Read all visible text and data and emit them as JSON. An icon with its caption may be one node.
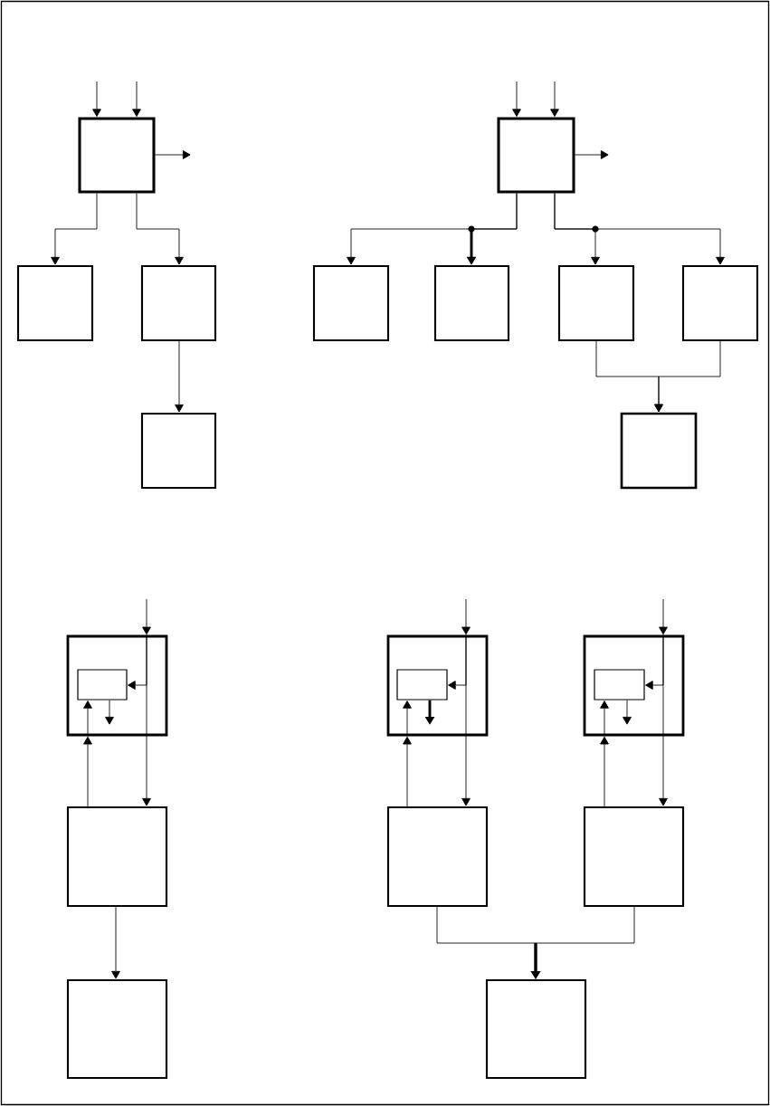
{
  "diagram": {
    "nodes": [
      {
        "text": [],
        "shape": "box"
      },
      {
        "text": [],
        "shape": "box"
      },
      {
        "text": [],
        "shape": "box"
      },
      {
        "text": [],
        "shape": "box"
      },
      {
        "text": [],
        "shape": "box"
      },
      {
        "text": [],
        "shape": "box"
      },
      {
        "text": [],
        "shape": "box"
      },
      {
        "text": [],
        "shape": "box"
      },
      {
        "text": [],
        "shape": "box"
      },
      {
        "text": [],
        "shape": "box"
      },
      {
        "text": [],
        "shape": "box"
      },
      {
        "text": [],
        "shape": "box",
        "in": 10
      },
      {
        "text": [],
        "shape": "box"
      },
      {
        "text": [],
        "shape": "box",
        "in": 12
      },
      {
        "text": [],
        "shape": "box"
      },
      {
        "text": [],
        "shape": "box",
        "in": 14
      },
      {
        "text": [],
        "shape": "box"
      },
      {
        "text": [],
        "shape": "box"
      },
      {
        "text": [],
        "shape": "box"
      },
      {
        "text": [],
        "shape": "box"
      },
      {
        "text": [],
        "shape": "box"
      }
    ],
    "edges": [
      {
        "from": null,
        "to": 0,
        "arrow": "to"
      },
      {
        "from": null,
        "to": 0,
        "arrow": "to"
      },
      {
        "from": 0,
        "to": null,
        "arrow": "to"
      },
      {
        "from": 0,
        "to": 1,
        "arrow": "to"
      },
      {
        "from": 0,
        "to": 2,
        "arrow": "to"
      },
      {
        "from": 2,
        "to": 3,
        "arrow": "to"
      },
      {
        "from": null,
        "to": 4,
        "arrow": "to"
      },
      {
        "from": null,
        "to": 4,
        "arrow": "to"
      },
      {
        "from": 4,
        "to": null,
        "arrow": "to"
      },
      {
        "from": 4,
        "to": 5,
        "arrow": "to"
      },
      {
        "from": 4,
        "to": 6,
        "arrow": "to"
      },
      {
        "from": 4,
        "to": 7,
        "arrow": "to"
      },
      {
        "from": 4,
        "to": 8,
        "arrow": "to"
      },
      {
        "from": 7,
        "to": 9,
        "arrow": "to"
      },
      {
        "from": 8,
        "to": 9,
        "arrow": "to"
      },
      {
        "from": null,
        "to": 10,
        "arrow": "to"
      },
      {
        "from": 10,
        "to": 11,
        "arrow": "to"
      },
      {
        "from": 10,
        "to": 16,
        "arrow": "to"
      },
      {
        "from": 16,
        "to": 10,
        "arrow": "to"
      },
      {
        "from": 10,
        "to": 11,
        "arrow": "to"
      },
      {
        "from": 11,
        "to": null,
        "arrow": "to"
      },
      {
        "from": 16,
        "to": 19,
        "arrow": "to"
      },
      {
        "from": null,
        "to": 12,
        "arrow": "to"
      },
      {
        "from": 12,
        "to": 13,
        "arrow": "to"
      },
      {
        "from": 12,
        "to": 17,
        "arrow": "to"
      },
      {
        "from": 17,
        "to": 12,
        "arrow": "to"
      },
      {
        "from": 12,
        "to": 13,
        "arrow": "to"
      },
      {
        "from": 13,
        "to": null,
        "arrow": "to",
        "style": "thick"
      },
      {
        "from": null,
        "to": 14,
        "arrow": "to"
      },
      {
        "from": 14,
        "to": 15,
        "arrow": "to"
      },
      {
        "from": 14,
        "to": 18,
        "arrow": "to"
      },
      {
        "from": 18,
        "to": 14,
        "arrow": "to"
      },
      {
        "from": 14,
        "to": 15,
        "arrow": "to"
      },
      {
        "from": 15,
        "to": null,
        "arrow": "to"
      },
      {
        "from": 17,
        "to": 20,
        "arrow": "to"
      },
      {
        "from": 18,
        "to": 20,
        "arrow": "to"
      }
    ]
  }
}
